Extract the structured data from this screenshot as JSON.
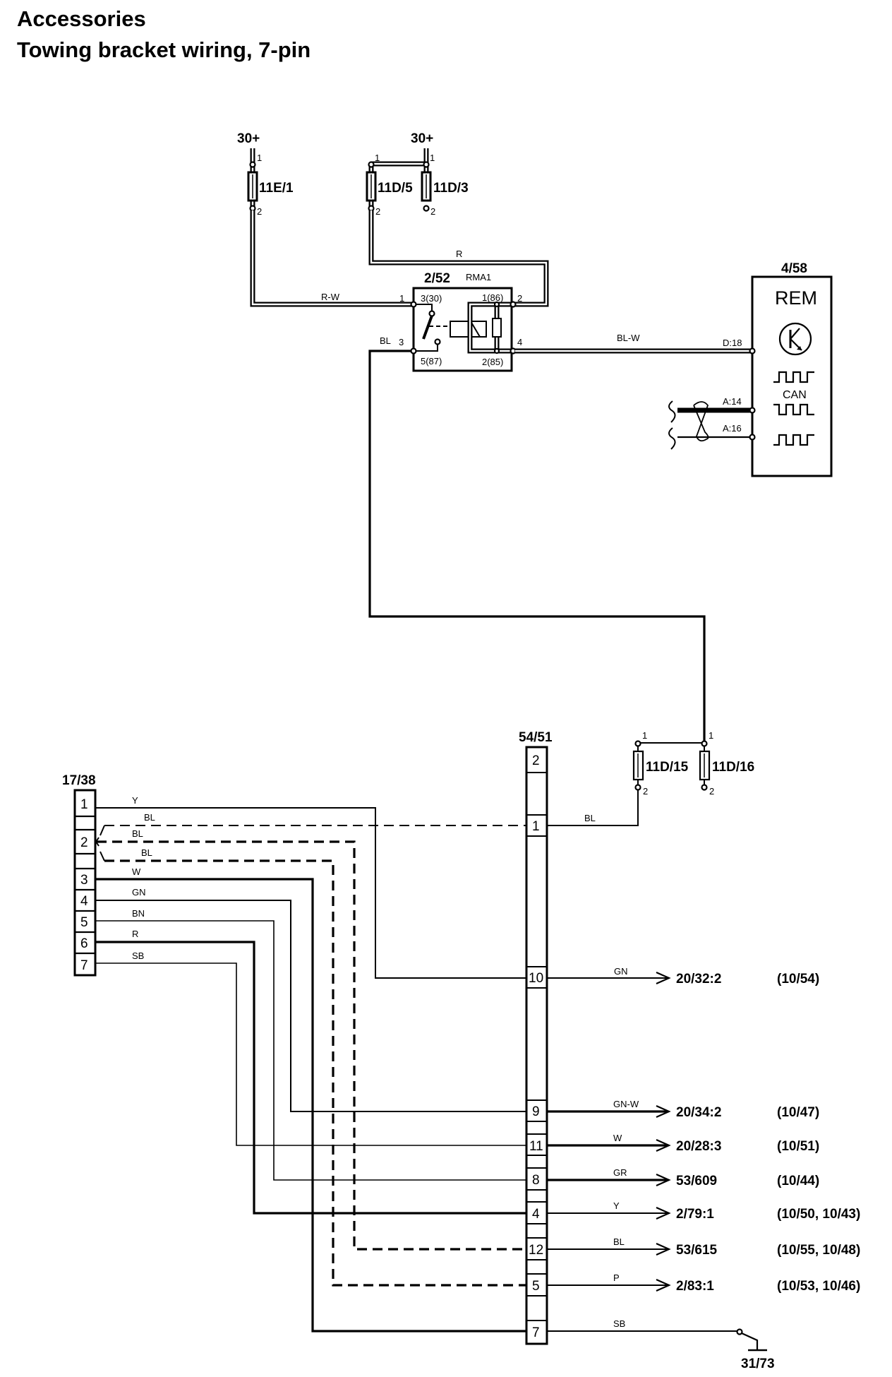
{
  "header": {
    "category": "Accessories",
    "title": "Towing bracket wiring, 7-pin"
  },
  "supply": {
    "left_label": "30+",
    "right_label": "30+"
  },
  "fuses": [
    {
      "id": "11E/1",
      "pin_top": "1",
      "pin_bottom": "2"
    },
    {
      "id": "11D/5",
      "pin_top": "1",
      "pin_bottom": "2"
    },
    {
      "id": "11D/3",
      "pin_top": "1",
      "pin_bottom": "2"
    },
    {
      "id": "11D/15",
      "pin_top": "1",
      "pin_bottom": "2"
    },
    {
      "id": "11D/16",
      "pin_top": "1",
      "pin_bottom": "2"
    }
  ],
  "relay": {
    "id": "2/52",
    "name": "RMA1",
    "terminals": {
      "t30": "3(30)",
      "t86": "1(86)",
      "t87": "5(87)",
      "t85": "2(85)"
    },
    "pins": {
      "p1": "1",
      "p2": "2",
      "p3": "3",
      "p4": "4"
    }
  },
  "module": {
    "id": "4/58",
    "name": "REM",
    "bus_label": "CAN",
    "pins": {
      "d18": "D:18",
      "a14": "A:14",
      "a16": "A:16"
    }
  },
  "wires": {
    "rw": "R-W",
    "r": "R",
    "bl_relay": "BL",
    "blw": "BL-W",
    "bl_fuse": "BL"
  },
  "socket": {
    "id": "17/38",
    "pins": [
      "1",
      "2",
      "3",
      "4",
      "5",
      "6",
      "7"
    ],
    "wire_colors": {
      "p1": "Y",
      "p2a": "BL",
      "p2b": "BL",
      "p2c": "BL",
      "p3": "W",
      "p4": "GN",
      "p5": "BN",
      "p6": "R",
      "p7": "SB"
    }
  },
  "connector": {
    "id": "54/51",
    "pins": [
      "2",
      "1",
      "10",
      "9",
      "11",
      "8",
      "4",
      "12",
      "5",
      "7"
    ],
    "outputs": [
      {
        "pin": "10",
        "wire": "GN",
        "dest": "20/32:2",
        "ref": "(10/54)"
      },
      {
        "pin": "9",
        "wire": "GN-W",
        "dest": "20/34:2",
        "ref": "(10/47)"
      },
      {
        "pin": "11",
        "wire": "W",
        "dest": "20/28:3",
        "ref": "(10/51)"
      },
      {
        "pin": "8",
        "wire": "GR",
        "dest": "53/609",
        "ref": "(10/44)"
      },
      {
        "pin": "4",
        "wire": "Y",
        "dest": "2/79:1",
        "ref": "(10/50, 10/43)"
      },
      {
        "pin": "12",
        "wire": "BL",
        "dest": "53/615",
        "ref": "(10/55, 10/48)"
      },
      {
        "pin": "5",
        "wire": "P",
        "dest": "2/83:1",
        "ref": "(10/53, 10/46)"
      }
    ],
    "ground": {
      "pin": "7",
      "wire": "SB",
      "id": "31/73"
    }
  }
}
